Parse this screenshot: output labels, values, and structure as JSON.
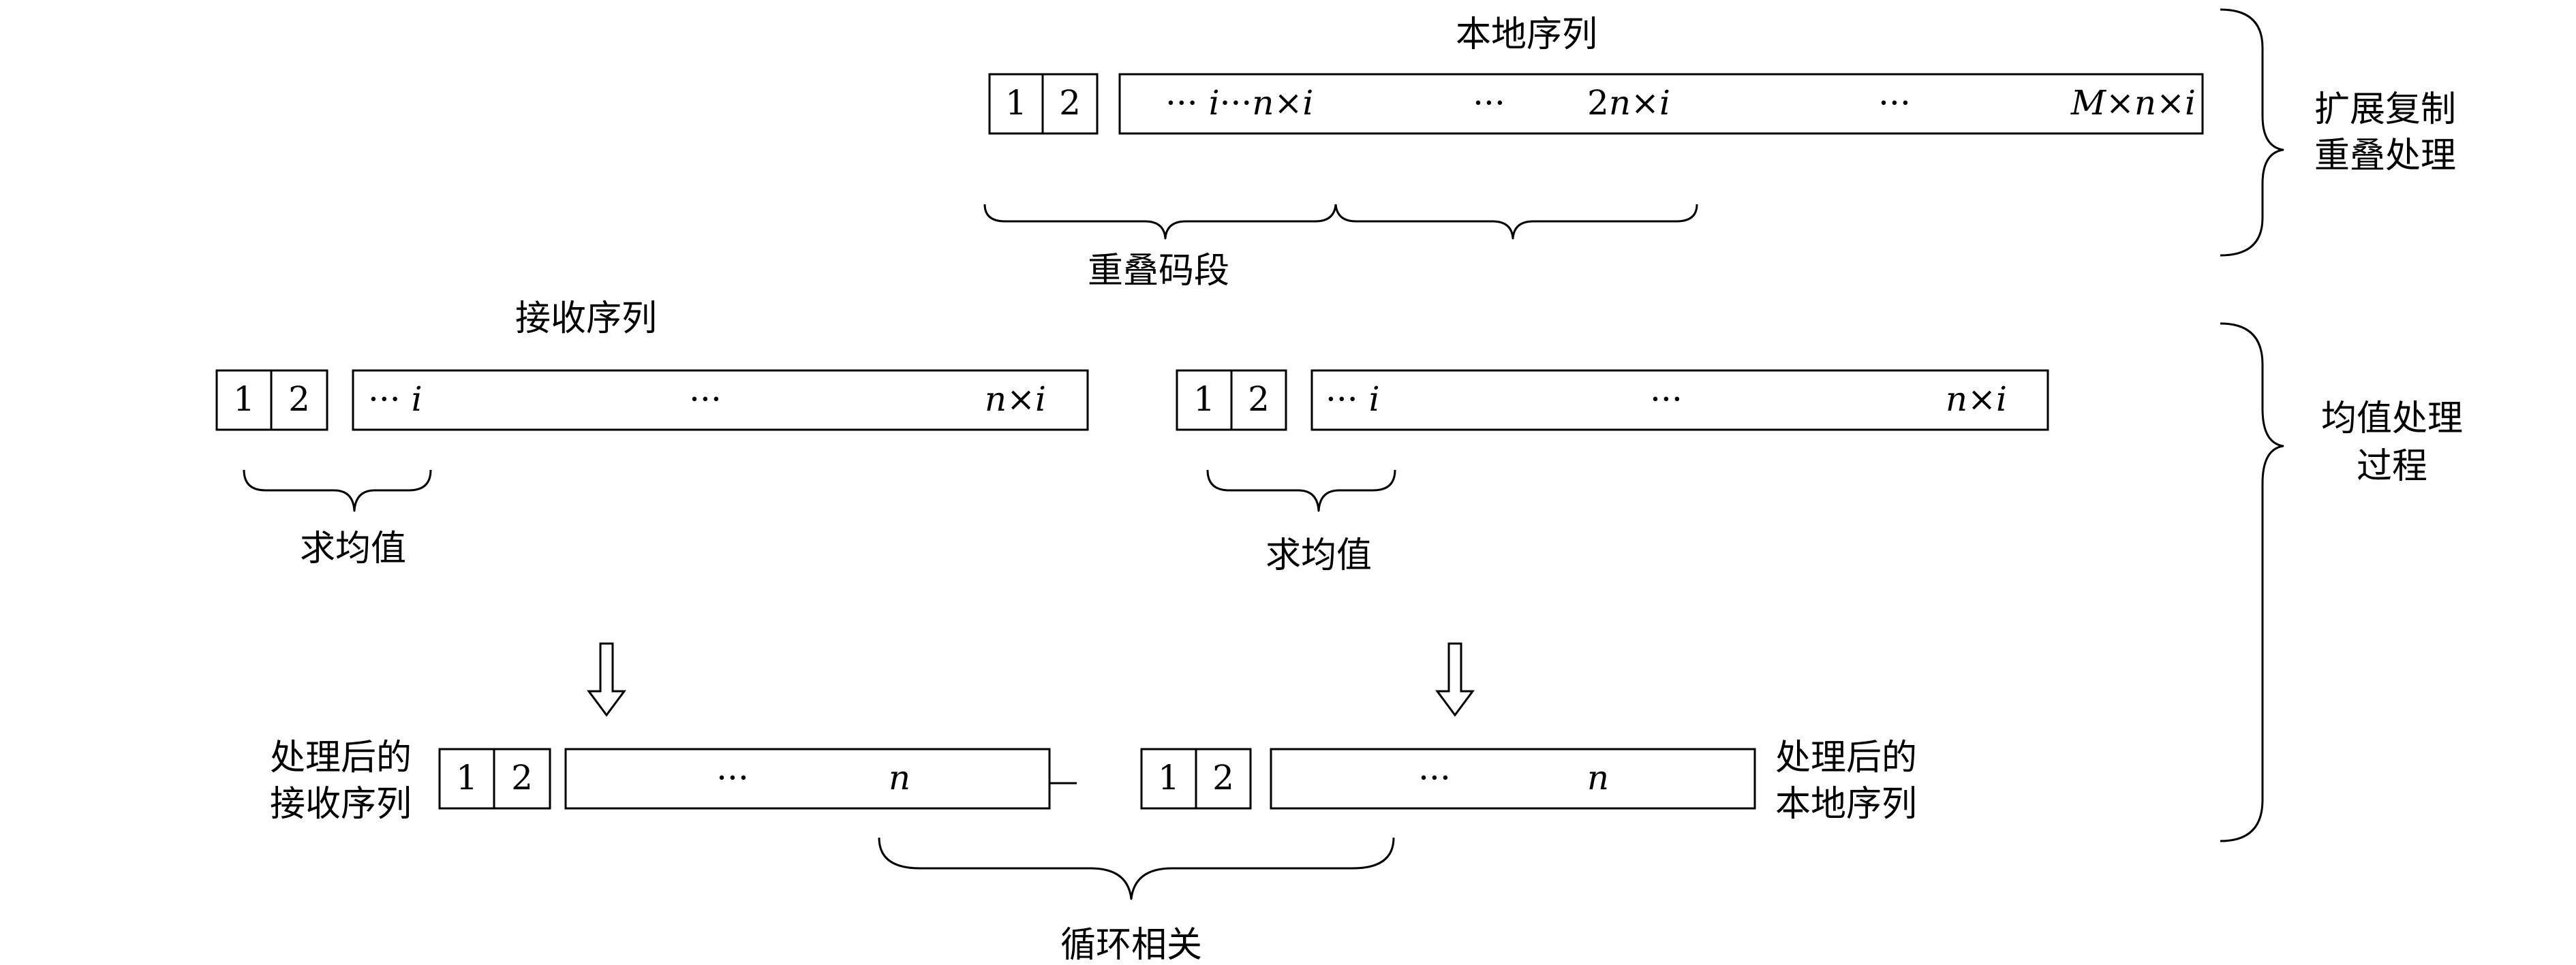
{
  "labels": {
    "local_seq": "本地序列",
    "overlap_segment": "重叠码段",
    "extend_copy": [
      "扩展复制",
      "重叠处理"
    ],
    "recv_seq": "接收序列",
    "mean_left": "求均值",
    "mean_right": "求均值",
    "mean_process": [
      "均值处理",
      "过程"
    ],
    "processed_recv": [
      "处理后的",
      "接收序列"
    ],
    "processed_local": [
      "处理后的",
      "本地序列"
    ],
    "circular_corr": "循环相关"
  },
  "local_sequence": {
    "cells": [
      "1",
      "2"
    ],
    "items": [
      {
        "text": "··· ",
        "var": "i"
      },
      {
        "text": "···",
        "var": "n×i"
      },
      {
        "text": "···",
        "var": ""
      },
      {
        "text": "2",
        "var": "n×i"
      },
      {
        "text": "···",
        "var": ""
      },
      {
        "text": "",
        "var": "M×n×i"
      }
    ]
  },
  "recv_sequence": {
    "cells": [
      "1",
      "2"
    ],
    "items": [
      {
        "text": "··· ",
        "var": "i"
      },
      {
        "text": "···",
        "var": ""
      },
      {
        "text": "",
        "var": "n×i"
      }
    ]
  },
  "local_sequence_2": {
    "cells": [
      "1",
      "2"
    ],
    "items": [
      {
        "text": "··· ",
        "var": "i"
      },
      {
        "text": "···",
        "var": ""
      },
      {
        "text": "",
        "var": "n×i"
      }
    ]
  },
  "processed_recv_seq": {
    "cells": [
      "1",
      "2"
    ],
    "items": [
      {
        "text": "···",
        "var": ""
      },
      {
        "text": "",
        "var": "n"
      }
    ]
  },
  "processed_local_seq": {
    "cells": [
      "1",
      "2"
    ],
    "items": [
      {
        "text": "···",
        "var": ""
      },
      {
        "text": "",
        "var": "n"
      }
    ]
  }
}
